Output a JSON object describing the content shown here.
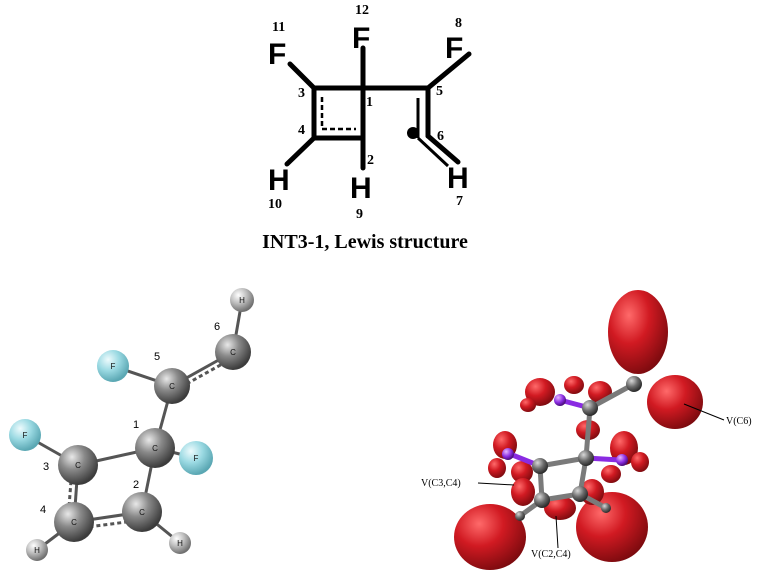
{
  "lewis": {
    "atom_labels": {
      "F_left": "F",
      "F_mid": "F",
      "F_right": "F",
      "H_left": "H",
      "H_mid": "H",
      "H_right": "H"
    },
    "numbers": {
      "n11": "11",
      "n12": "12",
      "n8": "8",
      "n3": "3",
      "n1": "1",
      "n5": "5",
      "n4": "4",
      "n6": "6",
      "n2": "2",
      "n10": "10",
      "n9": "9",
      "n7": "7"
    },
    "caption": "INT3-1, Lewis structure"
  },
  "ball_stick": {
    "numbers": {
      "n6": "6",
      "n5": "5",
      "n1": "1",
      "n3": "3",
      "n2": "2",
      "n4": "4"
    },
    "atom_letters": {
      "carbon": "C",
      "fluorine": "F",
      "hydrogen": "H"
    }
  },
  "elf": {
    "labels": {
      "c6": "V(C6)",
      "c3c4": "V(C3,C4)",
      "c2c4": "V(C2,C4)"
    }
  },
  "colors": {
    "carbon": "#6b6b6b",
    "fluorine": "#8fd8e0",
    "hydrogen": "#b5b5b5",
    "basin": "#c8141c",
    "fluorine_dark": "#8a2be2"
  }
}
